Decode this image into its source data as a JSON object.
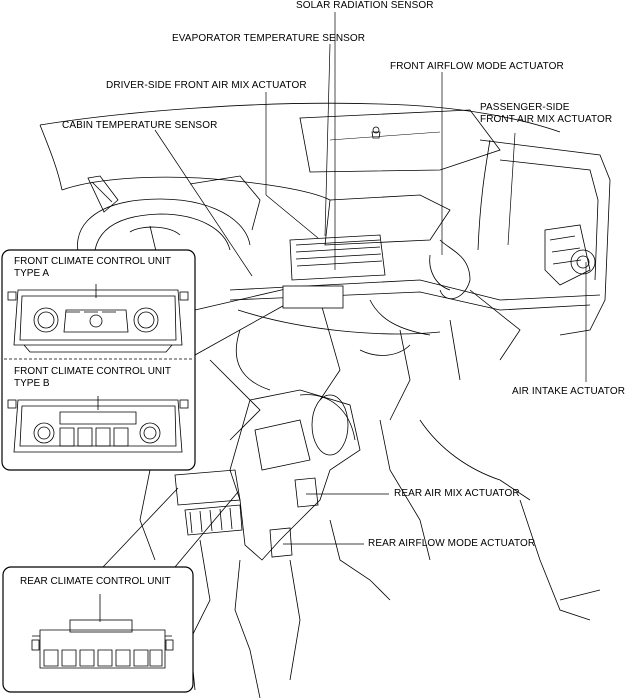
{
  "labels": {
    "solar_radiation_sensor": "SOLAR RADIATION SENSOR",
    "evaporator_temperature_sensor": "EVAPORATOR TEMPERATURE SENSOR",
    "front_airflow_mode_actuator": "FRONT AIRFLOW MODE ACTUATOR",
    "driver_side_front_air_mix_actuator": "DRIVER-SIDE FRONT AIR MIX ACTUATOR",
    "passenger_side_line1": "PASSENGER-SIDE",
    "passenger_side_line2": "FRONT AIR MIX ACTUATOR",
    "cabin_temperature_sensor": "CABIN TEMPERATURE SENSOR",
    "air_intake_actuator": "AIR INTAKE ACTUATOR",
    "rear_air_mix_actuator": "REAR AIR MIX ACTUATOR",
    "rear_airflow_mode_actuator": "REAR AIRFLOW MODE ACTUATOR"
  },
  "front_unit_box": {
    "type_a_line1": "FRONT CLIMATE CONTROL UNIT",
    "type_a_line2": "TYPE A",
    "type_b_line1": "FRONT CLIMATE CONTROL UNIT",
    "type_b_line2": "TYPE B"
  },
  "rear_unit_box": {
    "title": "REAR CLIMATE CONTROL UNIT"
  }
}
